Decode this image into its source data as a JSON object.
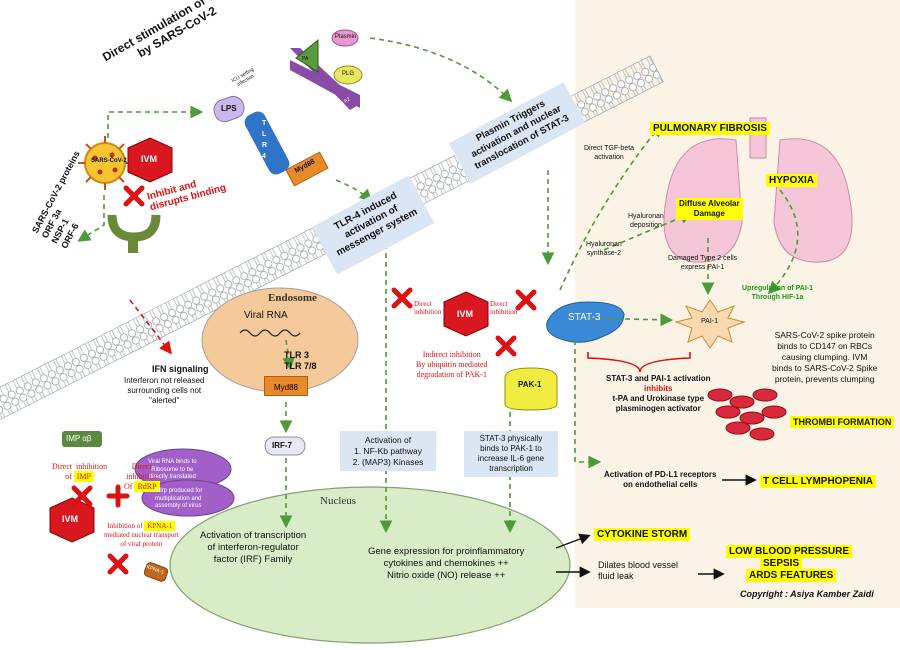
{
  "membrane": {
    "title": "Direct stimulation of TLR-4\nby SARS-CoV-2",
    "sars_label": "SARS-CoV-2",
    "ivm_top": "IVM",
    "inhibit_binding": "Inhibit and\ndisrupts binding",
    "sars_proteins": "SARS-CoV-2 proteins\nORF 3a\nNSP-1\nORF-6",
    "lps": "LPS",
    "tlr": "T\nL\nR\n4",
    "myd88_top": "Myd88",
    "lps_note": "ICU setting\ninfection",
    "plasmin": "Plasmin",
    "pa": "PA",
    "plg": "PLG",
    "annexin": "Annexin A2",
    "tlr4_induced": "TLR-4 induced\nactivation of\nmessenger system",
    "plasmin_triggers": "Plasmin Triggers\nactivation and nuclear\ntranslocation of STAT-3"
  },
  "left_path": {
    "ifn_title": "IFN signaling",
    "ifn_text": "Interferon not released\nsurrounding cells not\n\"alerted\"",
    "endosome": "Endosome",
    "viral_rna": "Viral RNA",
    "tlr_labels": "TLR 3\nTLR 7/8",
    "myd88": "Myd88",
    "irf7": "IRF-7",
    "imp": "IMP αβ",
    "imp_inhibit_prefix": "Direct  inhibition\nof ",
    "imp_inhibit_hl": "IMP",
    "rdrp_inhibit_prefix": "Direct\ninhibition\nOf ",
    "rdrp_inhibit_hl": "RdRP",
    "viral_ribosome": "Viral RNA binds to\nRibosome to be\ndirectly translated",
    "rdrp_text": "Rdrp produced for\nmultiplication and\nassembly of virus",
    "ivm_bottom": "IVM",
    "kpna_prefix": "Inhibition of ",
    "kpna_hl": "KPNA-1",
    "kpna_suffix": "\nmediated nuclear transport\nof viral protein",
    "kpna_capsule": "KPNA-1"
  },
  "middle": {
    "nfkb": "Activation of\n1. NF-Kb pathway\n2. (MAP3) Kinases",
    "stat3_pak1": "STAT-3 physically\nbinds to PAK-1 to\nincrease IL-6 gene\ntranscription",
    "direct_inh_1": "Direct\ninhibition",
    "ivm_mid": "IVM",
    "direct_inh_2": "Direct\ninhibition",
    "indirect": "Indirect inhibition\nBy ubiquitin mediated\ndegradation of PAK-1",
    "pak1": "PAK-1",
    "stat3": "STAT-3"
  },
  "nucleus": {
    "title": "Nucleus",
    "irf_text": "Activation of transcription\nof interferon-regulator\nfactor (IRF) Family",
    "gene_text": "Gene expression for proinflammatory\ncytokines and chemokines ++\nNitrio oxide (NO) release ++"
  },
  "right": {
    "pulmonary_fibrosis": "PULMONARY FIBROSIS",
    "tgf": "Direct TGF-beta\nactivation",
    "hypoxia": "HYPOXIA",
    "diffuse": "Diffuse Alveolar\nDamage",
    "hyaluronan_dep": "Hyaluronan\ndeposition",
    "hyaluronan_syn": "Hyaluronan\nsynthase-2",
    "damaged": "Damaged Type 2 cells\nexpress PAI-1",
    "upregulation": "Upregulation of PAI-1\nThrough HIF-1a",
    "pai1": "PAI-1",
    "spike": "SARS-CoV-2 spike protein\nbinds to CD147 on RBCs\ncausing clumping. IVM\nbinds to SARS-CoV-2 Spike\nprotein, prevents clumping",
    "stat3_pai_line1": "STAT-3 and PAI-1 activation",
    "stat3_pai_inhibits": "inhibits",
    "stat3_pai_line3": "t-PA and Urokinase type\nplasminogen activator",
    "thrombi": "THROMBI FORMATION",
    "pdl1": "Activation of PD-L1 receptors\non endothelial cells",
    "lymphopenia": "T CELL LYMPHOPENIA",
    "cytokine": "CYTOKINE  STORM",
    "dilates": "Dilates blood vessel\nfluid leak",
    "low_bp": "LOW BLOOD PRESSURE",
    "sepsis": "SEPSIS",
    "ards": "ARDS FEATURES",
    "copyright": "Copyright : Asiya Kamber Zaidi"
  },
  "colors": {
    "panel": "#fbf3e6",
    "box_blue": "#dbe6f4",
    "nucleus": "#d8ecc8",
    "endosome": "#f5c99a",
    "arrow_green": "#4e9a3a",
    "inhibit_red": "#e01010",
    "highlight": "#ffff00"
  }
}
